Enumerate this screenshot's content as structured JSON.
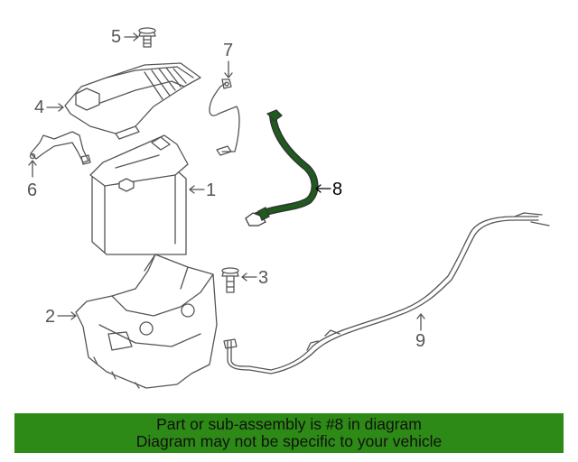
{
  "diagram": {
    "callouts": [
      "1",
      "2",
      "3",
      "4",
      "5",
      "6",
      "7",
      "8",
      "9"
    ],
    "highlight_color": "#1e5c1e",
    "line_color": "#555555"
  },
  "banner": {
    "line1": "Part or sub-assembly is #8 in diagram",
    "line2": "Diagram may not be specific to your vehicle",
    "background": "#2d8a16"
  }
}
